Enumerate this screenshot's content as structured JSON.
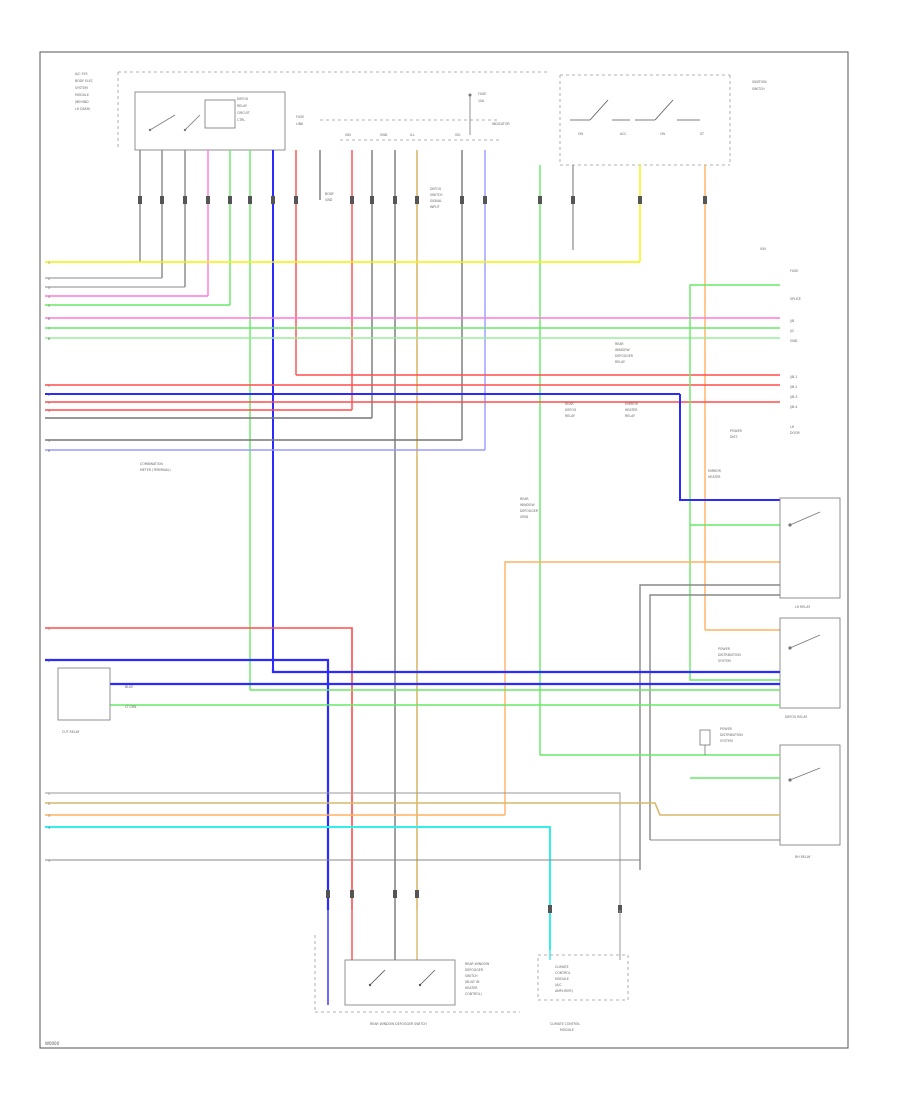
{
  "diagram": {
    "footer_code": "W0000",
    "colors": {
      "yellow": "#f4f400",
      "pink": "#ff7ad9",
      "green": "#66e866",
      "lt_green": "#99ee99",
      "red": "#ff4d4d",
      "blue": "#2b2bff",
      "lt_blue": "#9a9aff",
      "gray": "#999999",
      "dk_gray": "#777777",
      "orange": "#ffb060",
      "tan": "#d8b86a",
      "cyan": "#33eeee",
      "black": "#222222"
    },
    "components": {
      "top_left": "ABS ASSY, BODY ELECTRICAL SYSTEM",
      "combination_meter": "COMBINATION METER",
      "top_right": "IGNITION SWITCH",
      "rear_window_relay": "REAR WINDOW DEFOGGER RELAY",
      "cut_relay": "CUT RELAY",
      "dome_relay": "DOME RELAY",
      "left_relay": "LH RELAY",
      "right_relay": "RH RELAY",
      "main_switch": "REAR WINDOW DEFOGGER SWITCH",
      "controller": "CLIMATE CONTROL MODULE",
      "power_distribution": "POWER DISTRIBUTION"
    }
  }
}
